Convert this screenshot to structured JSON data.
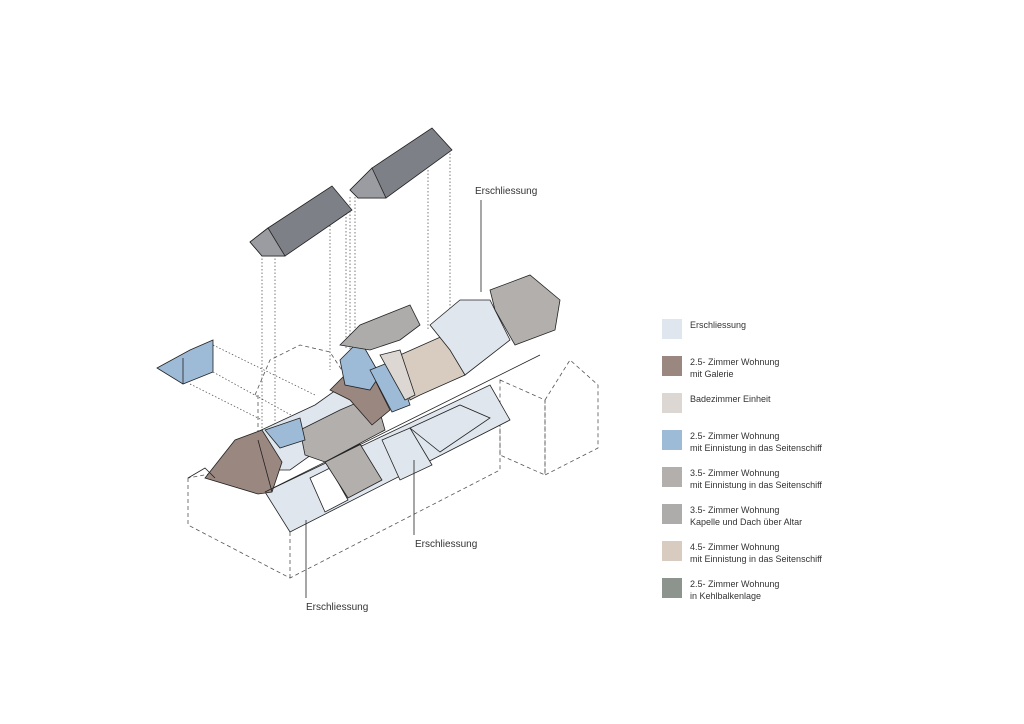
{
  "labels": {
    "erschliessung_top": "Erschliessung",
    "erschliessung_middle": "Erschliessung",
    "erschliessung_bottom": "Erschliessung"
  },
  "legend": [
    {
      "line1": "Erschliessung",
      "line2": "",
      "color": "#dfe6ee"
    },
    {
      "line1": "2.5- Zimmer Wohnung",
      "line2": "mit Galerie",
      "color": "#9a8780"
    },
    {
      "line1": "Badezimmer Einheit",
      "line2": "",
      "color": "#dcd7d3"
    },
    {
      "line1": "2.5- Zimmer Wohnung",
      "line2": "mit Einnistung in das Seitenschiff",
      "color": "#9dbad6"
    },
    {
      "line1": "3.5- Zimmer Wohnung",
      "line2": "mit Einnistung in das Seitenschiff",
      "color": "#b2afac"
    },
    {
      "line1": "3.5- Zimmer Wohnung",
      "line2": "Kapelle und Dach über Altar",
      "color": "#aeacaa"
    },
    {
      "line1": "4.5- Zimmer Wohnung",
      "line2": "mit Einnistung in das Seitenschiff",
      "color": "#d8ccc0"
    },
    {
      "line1": "2.5- Zimmer Wohnung",
      "line2": "in Kehlbalkenlage",
      "color": "#8d948e"
    }
  ],
  "colors": {
    "floating_roof": "#7e8087",
    "outline": "#333333"
  }
}
